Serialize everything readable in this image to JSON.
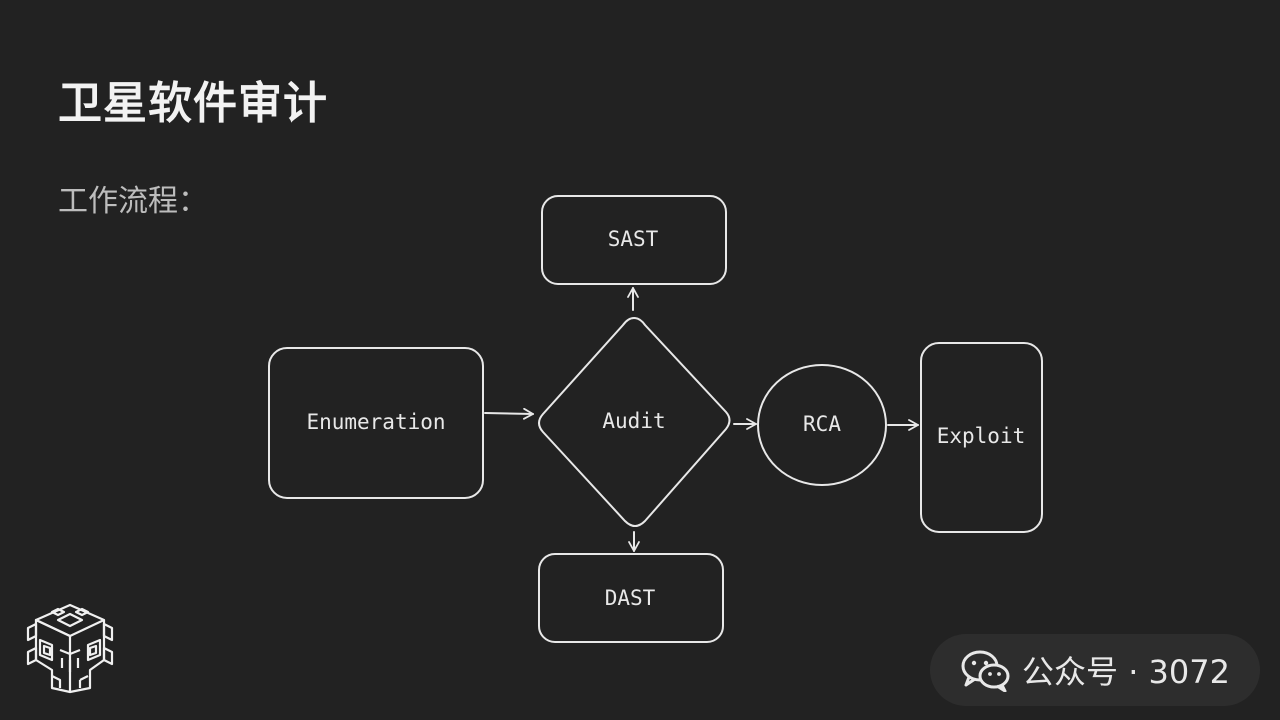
{
  "slide": {
    "title": "卫星软件审计",
    "subtitle": "工作流程："
  },
  "diagram": {
    "nodes": {
      "enumeration": "Enumeration",
      "audit": "Audit",
      "sast": "SAST",
      "dast": "DAST",
      "rca": "RCA",
      "exploit": "Exploit"
    }
  },
  "watermark": {
    "text": "公众号 · 3072",
    "icon": "wechat-icon"
  },
  "logo": {
    "icon": "pixel-skull-logo-icon"
  },
  "colors": {
    "background": "#222222",
    "stroke": "#e8e8e8",
    "title": "#f2f2f2",
    "subtitle": "#bdbdbd"
  }
}
